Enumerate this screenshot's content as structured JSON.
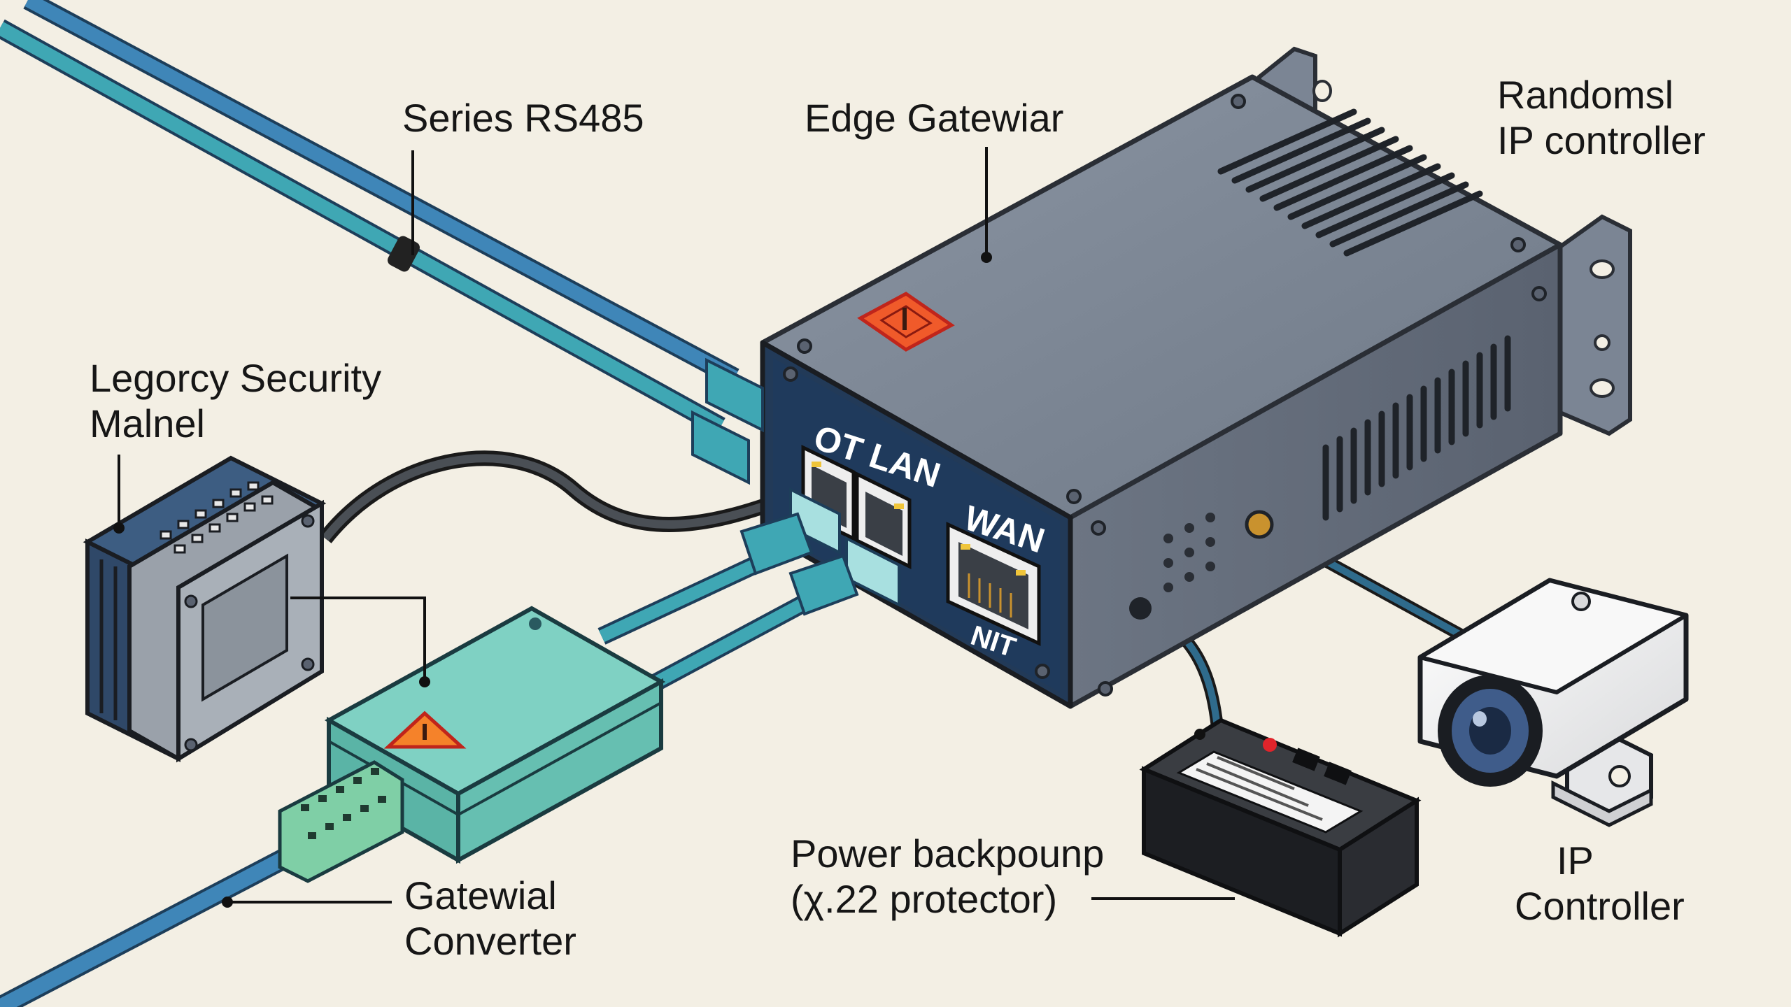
{
  "labels": {
    "series_rs485": "Series RS485",
    "edge_gateway": "Edge Gatewiar",
    "random_ip_controller_line1": "Randomsl",
    "random_ip_controller_line2": "IP controller",
    "legacy_security_line1": "Legorcy Security",
    "legacy_security_line2": "Malnel",
    "gateway_converter_line1": "Gatewial",
    "gateway_converter_line2": "Converter",
    "power_backup_line1": "Power backpounp",
    "power_backup_line2": "(χ.22 protector)",
    "ip_controller_line1": "IP",
    "ip_controller_line2": "Controller"
  },
  "ports": {
    "ot_lan": "OT LAN",
    "wan": "WAN",
    "nit": "NIT"
  },
  "colors": {
    "background": "#f3efe4",
    "gateway_body": "#7a8391",
    "gateway_front": "#1f3a5c",
    "converter_body": "#72c7b8",
    "cable_blue": "#3f86b8",
    "cable_teal": "#3fa7b4",
    "warning_red": "#f05a2a",
    "warning_orange": "#f5822a"
  },
  "icons": [
    "warning-icon",
    "camera-icon",
    "ethernet-port-icon"
  ]
}
